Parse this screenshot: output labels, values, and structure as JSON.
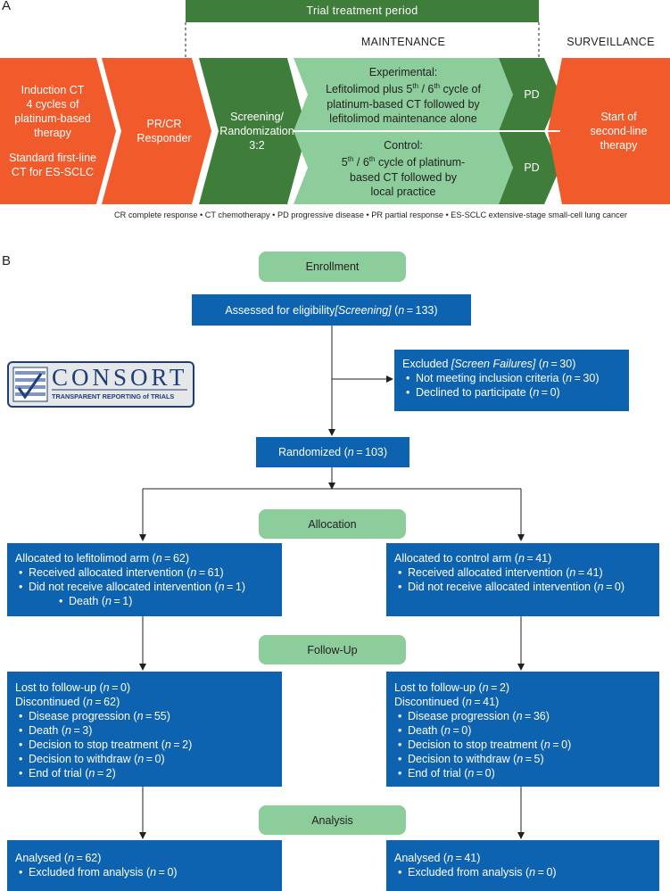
{
  "panel_a": {
    "label": "A",
    "trial_period": "Trial treatment period",
    "maintenance": "MAINTENANCE",
    "surveillance": "SURVEILLANCE",
    "induction": [
      "Induction CT",
      "4 cycles of",
      "platinum-based",
      "therapy",
      "",
      "Standard first-line",
      "CT for ES-SCLC"
    ],
    "responder": [
      "PR/CR",
      "Responder"
    ],
    "screening": [
      "Screening/",
      "Randomization",
      "3:2"
    ],
    "experimental": [
      "Experimental:",
      "Lefitolimod plus 5th / 6th cycle of",
      "platinum-based CT followed by",
      "lefitolimod maintenance alone"
    ],
    "control": [
      "Control:",
      "5th / 6th cycle of platinum-",
      "based CT followed by",
      "local practice"
    ],
    "pd_top": "PD",
    "pd_bottom": "PD",
    "second_line": [
      "Start of",
      "second-line",
      "therapy"
    ],
    "abbreviations": "CR complete response • CT chemotherapy • PD progressive disease • PR partial response • ES-SCLC extensive-stage small-cell lung cancer",
    "colors": {
      "orange": "#f15a2b",
      "dark_green": "#3f7d3a",
      "light_green": "#8ccd9b",
      "blue": "#0e63b0"
    }
  },
  "panel_b": {
    "label": "B",
    "consort": {
      "word": "CONSORT",
      "tagline": "TRANSPARENT REPORTING of TRIALS",
      "icon": "checkbox-chart-icon"
    },
    "enrollment": "Enrollment",
    "assessed": {
      "pre": "Assessed for eligibility ",
      "ital": "[Screening]",
      "n": "133"
    },
    "excluded": {
      "pre": "Excluded ",
      "ital": "[Screen Failures]",
      "n": "30",
      "items": [
        {
          "text": "Not meeting inclusion criteria",
          "n": "30"
        },
        {
          "text": "Declined to participate",
          "n": "0"
        }
      ]
    },
    "randomized": {
      "text": "Randomized",
      "n": "103"
    },
    "allocation": "Allocation",
    "follow_up": "Follow-Up",
    "analysis": "Analysis",
    "left": {
      "allocated": {
        "text": "Allocated to lefitolimod arm",
        "n": "62"
      },
      "received": {
        "text": "Received allocated intervention",
        "n": "61"
      },
      "not_received": {
        "text": "Did not receive allocated intervention",
        "n": "1"
      },
      "death_alloc": {
        "text": "Death",
        "n": "1"
      },
      "lost": {
        "text": "Lost to follow-up",
        "n": "0"
      },
      "discontinued": {
        "text": "Discontinued",
        "n": "62"
      },
      "reasons": [
        {
          "text": "Disease progression",
          "n": "55"
        },
        {
          "text": "Death",
          "n": "3"
        },
        {
          "text": "Decision to stop treatment",
          "n": "2"
        },
        {
          "text": "Decision to withdraw",
          "n": "0"
        },
        {
          "text": "End of trial",
          "n": "2"
        }
      ],
      "analysed": {
        "text": "Analysed",
        "n": "62"
      },
      "excluded_analysis": {
        "text": "Excluded from analysis",
        "n": "0"
      }
    },
    "right": {
      "allocated": {
        "text": "Allocated to control arm",
        "n": "41"
      },
      "received": {
        "text": "Received allocated intervention",
        "n": "41"
      },
      "not_received": {
        "text": "Did not receive allocated intervention",
        "n": "0"
      },
      "lost": {
        "text": "Lost to follow-up",
        "n": "2"
      },
      "discontinued": {
        "text": "Discontinued",
        "n": "41"
      },
      "reasons": [
        {
          "text": "Disease progression",
          "n": "36"
        },
        {
          "text": "Death",
          "n": "0"
        },
        {
          "text": "Decision to stop treatment",
          "n": "0"
        },
        {
          "text": "Decision to withdraw",
          "n": "5"
        },
        {
          "text": "End of trial",
          "n": "0"
        }
      ],
      "analysed": {
        "text": "Analysed",
        "n": "41"
      },
      "excluded_analysis": {
        "text": "Excluded from analysis",
        "n": "0"
      }
    }
  }
}
